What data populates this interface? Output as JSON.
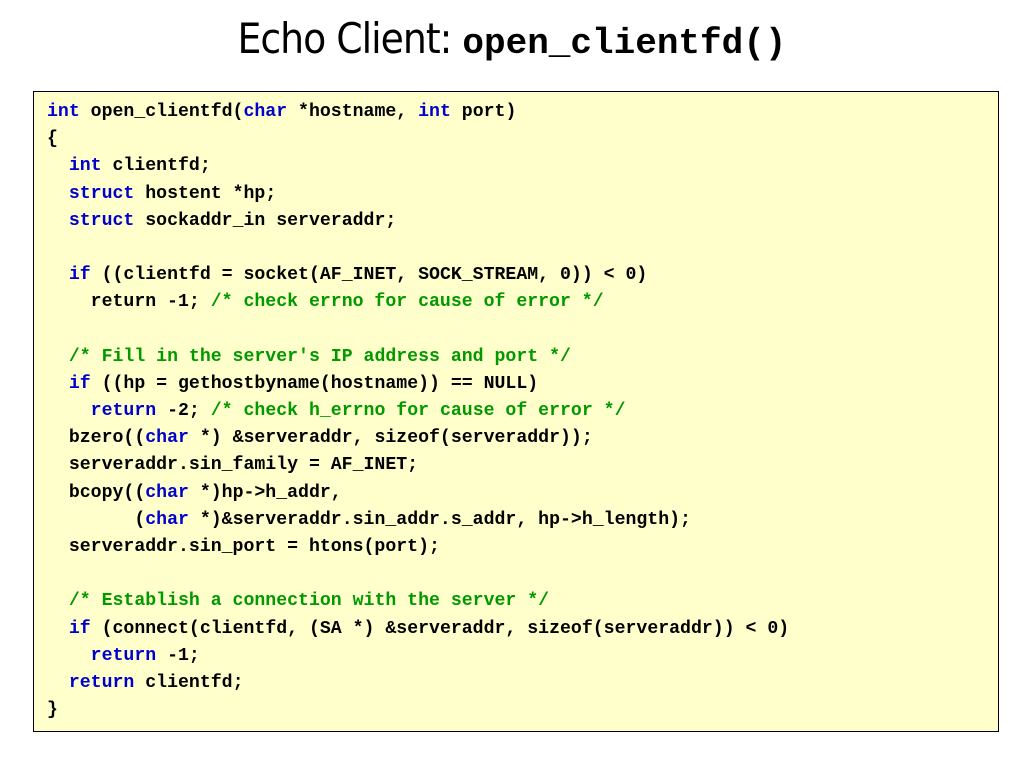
{
  "slide": {
    "title_text": "Echo Client: ",
    "title_code": "open_clientfd()"
  },
  "colors": {
    "keyword": "#0000cc",
    "comment": "#009900",
    "text": "#000000",
    "code_background": "#ffffcc"
  },
  "code_lines": [
    [
      [
        "kw",
        "int"
      ],
      [
        "tx",
        " open_clientfd("
      ],
      [
        "kw",
        "char"
      ],
      [
        "tx",
        " *hostname, "
      ],
      [
        "kw",
        "int"
      ],
      [
        "tx",
        " port)"
      ]
    ],
    [
      [
        "tx",
        "{"
      ]
    ],
    [
      [
        "tx",
        "  "
      ],
      [
        "kw",
        "int"
      ],
      [
        "tx",
        " clientfd;"
      ]
    ],
    [
      [
        "tx",
        "  "
      ],
      [
        "kw",
        "struct"
      ],
      [
        "tx",
        " hostent *hp;"
      ]
    ],
    [
      [
        "tx",
        "  "
      ],
      [
        "kw",
        "struct"
      ],
      [
        "tx",
        " sockaddr_in serveraddr;"
      ]
    ],
    [],
    [
      [
        "tx",
        "  "
      ],
      [
        "kw",
        "if"
      ],
      [
        "tx",
        " ((clientfd = socket(AF_INET, SOCK_STREAM, 0)) < 0)"
      ]
    ],
    [
      [
        "tx",
        "    return -1; "
      ],
      [
        "cm",
        "/* check errno for cause of error */"
      ]
    ],
    [],
    [
      [
        "tx",
        "  "
      ],
      [
        "cm",
        "/* Fill in the server's IP address and port */"
      ]
    ],
    [
      [
        "tx",
        "  "
      ],
      [
        "kw",
        "if"
      ],
      [
        "tx",
        " ((hp = gethostbyname(hostname)) == NULL)"
      ]
    ],
    [
      [
        "tx",
        "    "
      ],
      [
        "kw",
        "return"
      ],
      [
        "tx",
        " -2; "
      ],
      [
        "cm",
        "/* check h_errno for cause of error */"
      ]
    ],
    [
      [
        "tx",
        "  bzero(("
      ],
      [
        "kw",
        "char"
      ],
      [
        "tx",
        " *) &serveraddr, sizeof(serveraddr));"
      ]
    ],
    [
      [
        "tx",
        "  serveraddr.sin_family = AF_INET;"
      ]
    ],
    [
      [
        "tx",
        "  bcopy(("
      ],
      [
        "kw",
        "char"
      ],
      [
        "tx",
        " *)hp->h_addr,"
      ]
    ],
    [
      [
        "tx",
        "        ("
      ],
      [
        "kw",
        "char"
      ],
      [
        "tx",
        " *)&serveraddr.sin_addr.s_addr, hp->h_length);"
      ]
    ],
    [
      [
        "tx",
        "  serveraddr.sin_port = htons(port);"
      ]
    ],
    [],
    [
      [
        "tx",
        "  "
      ],
      [
        "cm",
        "/* Establish a connection with the server */"
      ]
    ],
    [
      [
        "tx",
        "  "
      ],
      [
        "kw",
        "if"
      ],
      [
        "tx",
        " (connect(clientfd, (SA *) &serveraddr, sizeof(serveraddr)) < 0)"
      ]
    ],
    [
      [
        "tx",
        "    "
      ],
      [
        "kw",
        "return"
      ],
      [
        "tx",
        " -1;"
      ]
    ],
    [
      [
        "tx",
        "  "
      ],
      [
        "kw",
        "return"
      ],
      [
        "tx",
        " clientfd;"
      ]
    ],
    [
      [
        "tx",
        "}"
      ]
    ]
  ]
}
